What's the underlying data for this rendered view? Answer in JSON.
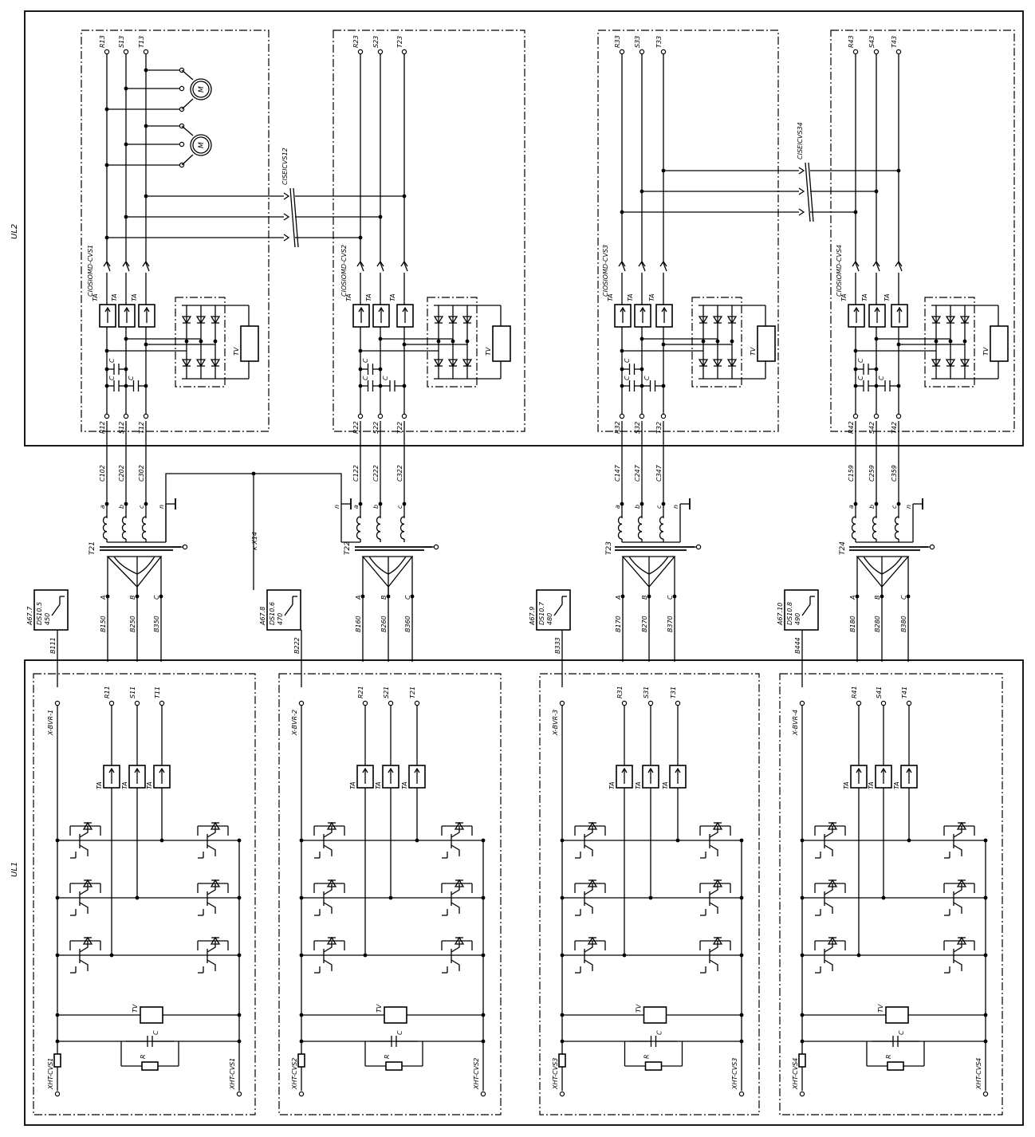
{
  "upper_assembly": "UL2",
  "lower_assembly": "UL1",
  "neutral_bus_label": "к X14",
  "component_labels": {
    "current_sensor": "TA",
    "voltage_sensor": "TV",
    "capacitor": "C",
    "resistor": "R",
    "motor": "M"
  },
  "winding_labels": {
    "a": "a",
    "b": "b",
    "c": "c",
    "n": "n"
  },
  "primary_labels": {
    "A": "A",
    "B": "B",
    "C": "C"
  },
  "upper_units": [
    {
      "top_terminals": [
        "R13",
        "S13",
        "T13"
      ],
      "bottom_terminals": [
        "R12",
        "S12",
        "T12"
      ],
      "connector": "CIOSIOMD-CVS1",
      "has_motors": true
    },
    {
      "top_terminals": [
        "R23",
        "S23",
        "T23"
      ],
      "bottom_terminals": [
        "R22",
        "S22",
        "T22"
      ],
      "connector": "CIOSIOMD-CVS2",
      "parallel_connector": "CISEICVS12"
    },
    {
      "top_terminals": [
        "R33",
        "S33",
        "T33"
      ],
      "bottom_terminals": [
        "R32",
        "S32",
        "T32"
      ],
      "connector": "CIOSIOMD-CVS3"
    },
    {
      "top_terminals": [
        "R43",
        "S43",
        "T43"
      ],
      "bottom_terminals": [
        "R42",
        "S42",
        "T42"
      ],
      "connector": "CIOSIOMD-CVS4",
      "parallel_connector": "CISEICVS34"
    }
  ],
  "transformers": [
    {
      "name": "T21",
      "secondary_wires": [
        "C102",
        "C202",
        "C302"
      ],
      "primary_wires": [
        "B150",
        "B250",
        "B350"
      ]
    },
    {
      "name": "T22",
      "secondary_wires": [
        "C122",
        "C222",
        "C322"
      ],
      "primary_wires": [
        "B160",
        "B260",
        "B360"
      ]
    },
    {
      "name": "T23",
      "secondary_wires": [
        "C147",
        "C247",
        "C347"
      ],
      "primary_wires": [
        "B170",
        "B270",
        "B370"
      ]
    },
    {
      "name": "T24",
      "secondary_wires": [
        "C159",
        "C259",
        "C359"
      ],
      "primary_wires": [
        "B180",
        "B280",
        "B380"
      ]
    }
  ],
  "switches": [
    {
      "ref": "A67.7",
      "device": "DS10.5",
      "number": "450",
      "wire": "B111"
    },
    {
      "ref": "A67.8",
      "device": "DS10.6",
      "number": "470",
      "wire": "B222"
    },
    {
      "ref": "A67.9",
      "device": "DS10.7",
      "number": "480",
      "wire": "B333"
    },
    {
      "ref": "A67.10",
      "device": "DS10.8",
      "number": "490",
      "wire": "B444"
    }
  ],
  "lower_units": [
    {
      "connector": "X-BVR-1",
      "terminals": [
        "R11",
        "S11",
        "T11"
      ],
      "dc_left": "XHT-CVS1",
      "dc_right": "XHT-CVS1"
    },
    {
      "connector": "X-BVR-2",
      "terminals": [
        "R21",
        "S21",
        "T21"
      ],
      "dc_left": "XHT-CVS2",
      "dc_right": "XHT-CVS2"
    },
    {
      "connector": "X-BVR-3",
      "terminals": [
        "R31",
        "S31",
        "T31"
      ],
      "dc_left": "XHT-CVS3",
      "dc_right": "XHT-CVS3"
    },
    {
      "connector": "X-BVR-4",
      "terminals": [
        "R41",
        "S41",
        "T41"
      ],
      "dc_left": "XHT-CVS4",
      "dc_right": "XHT-CVS4"
    }
  ]
}
